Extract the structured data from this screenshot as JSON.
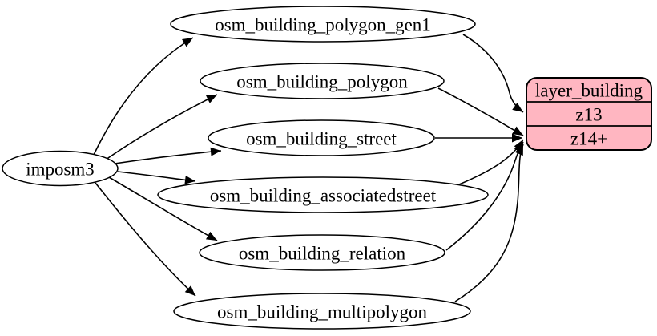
{
  "nodes": {
    "source": {
      "label": "imposm3"
    },
    "tables": [
      {
        "label": "osm_building_polygon_gen1"
      },
      {
        "label": "osm_building_polygon"
      },
      {
        "label": "osm_building_street"
      },
      {
        "label": "osm_building_associatedstreet"
      },
      {
        "label": "osm_building_relation"
      },
      {
        "label": "osm_building_multipolygon"
      }
    ],
    "layer": {
      "title": "layer_building",
      "rows": [
        "z13",
        "z14+"
      ]
    }
  },
  "colors": {
    "background": "#FFFFFF",
    "node_fill": "#FFFFFF",
    "record_fill": "#FFB6C1",
    "stroke": "#000000"
  },
  "edges": [
    {
      "from": "imposm3",
      "to": "osm_building_polygon_gen1"
    },
    {
      "from": "imposm3",
      "to": "osm_building_polygon"
    },
    {
      "from": "imposm3",
      "to": "osm_building_street"
    },
    {
      "from": "imposm3",
      "to": "osm_building_associatedstreet"
    },
    {
      "from": "imposm3",
      "to": "osm_building_relation"
    },
    {
      "from": "imposm3",
      "to": "osm_building_multipolygon"
    },
    {
      "from": "osm_building_polygon_gen1",
      "to": "layer_building:z13"
    },
    {
      "from": "osm_building_polygon",
      "to": "layer_building:z14+"
    },
    {
      "from": "osm_building_street",
      "to": "layer_building:z14+"
    },
    {
      "from": "osm_building_associatedstreet",
      "to": "layer_building:z14+"
    },
    {
      "from": "osm_building_relation",
      "to": "layer_building:z14+"
    },
    {
      "from": "osm_building_multipolygon",
      "to": "layer_building:z14+"
    }
  ]
}
